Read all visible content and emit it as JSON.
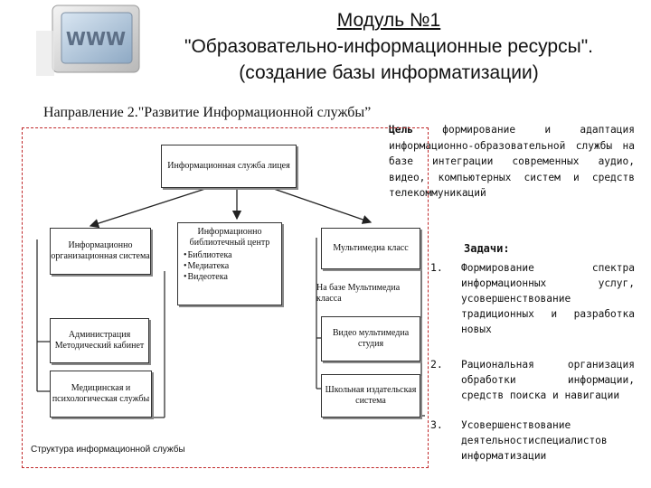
{
  "header": {
    "title_line1": "Модуль №1",
    "title_line2": "\"Образовательно-информационные ресурсы\".",
    "title_line3": "(создание базы информатизации)",
    "logo_text": "WWW"
  },
  "direction": "Направление 2.\"Развитие Информационной службы”",
  "goal": {
    "label": "Цель",
    "text": " формирование и адаптация информационно-образовательной службы на базе интеграции современных аудио, видео, компьютерных систем и средств телекоммуникаций"
  },
  "diagram": {
    "root": "Информационная служба лицея",
    "org_system": "Информационно организационная система",
    "library": {
      "title": "Информационно библиотечный центр",
      "items": [
        "Библиотека",
        "Медиатека",
        "Видеотека"
      ]
    },
    "multimedia": "Мультимедиа класс",
    "base_label": "На базе Мультимедиа класса",
    "admin": "Администрация Методический кабинет",
    "medical": "Медицинская и психологическая службы",
    "video": "Видео мультимедиа студия",
    "publishing": "Школьная издательская система",
    "caption": "Структура информационной службы"
  },
  "tasks": {
    "title": "Задачи:",
    "items": [
      {
        "num": "1.",
        "text": "Формирование спектра информационных услуг, усовершенствование традиционных и разработка новых"
      },
      {
        "num": "2.",
        "text": "Рациональная организация обработки информации, средств поиска и навигации"
      },
      {
        "num": "3.",
        "text": "Усовершенствование деятельностиспециалистов информатизации"
      }
    ]
  },
  "colors": {
    "frame": "#c0282a",
    "box_border": "#333333"
  }
}
